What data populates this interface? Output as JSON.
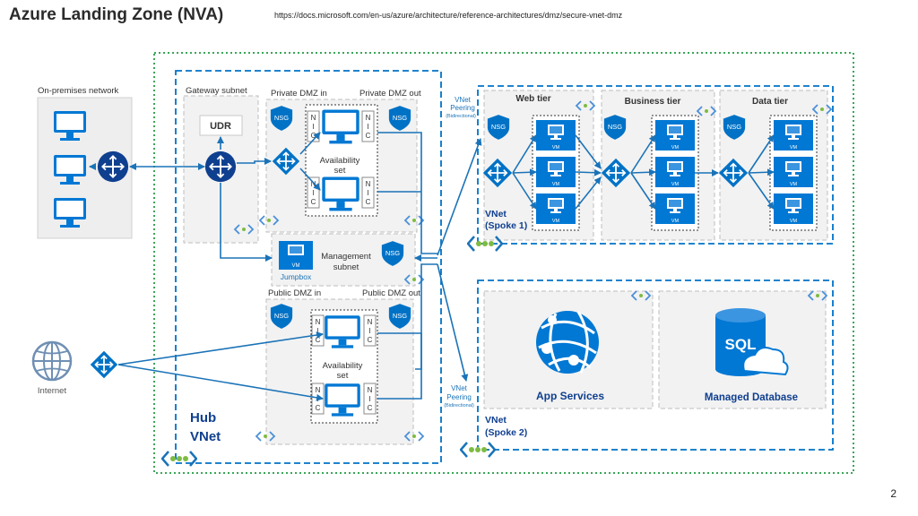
{
  "header": {
    "title": "Azure Landing Zone (NVA)",
    "url": "https://docs.microsoft.com/en-us/azure/architecture/reference-architectures/dmz/secure-vnet-dmz"
  },
  "page_number": "2",
  "labels": {
    "onprem": "On-premises network",
    "gateway_subnet": "Gateway subnet",
    "udr": "UDR",
    "private_dmz_in": "Private DMZ in",
    "private_dmz_out": "Private DMZ out",
    "availability": "Availability",
    "set": "set",
    "management": "Management",
    "subnet": "subnet",
    "jumpbox": "Jumpbox",
    "public_dmz_in": "Public DMZ in",
    "public_dmz_out": "Public DMZ out",
    "internet": "Internet",
    "hub": "Hub",
    "vnet": "VNet",
    "vnet_peering_1": "VNet",
    "vnet_peering_2": "Peering",
    "vnet_peering_3": "(Bidirectional)",
    "web_tier": "Web tier",
    "business_tier": "Business tier",
    "data_tier": "Data tier",
    "spoke1": "(Spoke 1)",
    "spoke2": "(Spoke 2)",
    "app_services": "App Services",
    "managed_database": "Managed Database",
    "nsg": "NSG",
    "vm": "VM",
    "sql": "SQL",
    "nic_n": "N",
    "nic_i": "I",
    "nic_c": "C"
  },
  "colors": {
    "azure_blue": "#0078d4",
    "outer_border": "#3aa657",
    "vnet_border": "#0072c6",
    "subnet_border": "#b8b8b8",
    "arrow": "#1a73b8"
  }
}
